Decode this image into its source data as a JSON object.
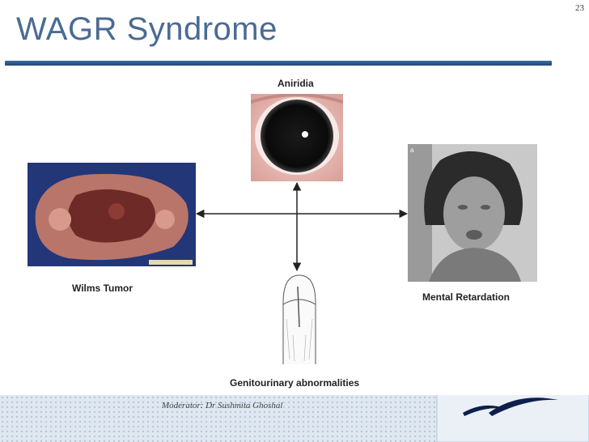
{
  "slide": {
    "number": "23",
    "title": "WAGR Syndrome"
  },
  "labels": {
    "aniridia": "Aniridia",
    "wilms": "Wilms Tumor",
    "mental": "Mental Retardation",
    "genito": "Genitourinary  abnormalities"
  },
  "images": {
    "wilms_tag": "a"
  },
  "footer": {
    "text": "Moderator: Dr Sushmita Ghoshal"
  }
}
